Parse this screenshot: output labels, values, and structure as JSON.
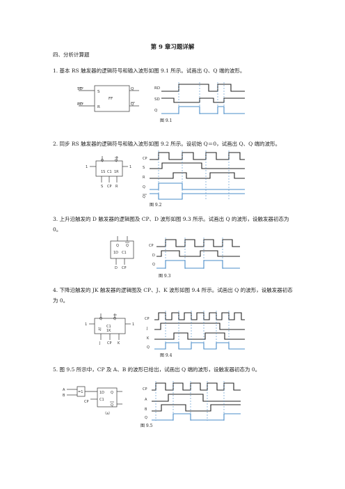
{
  "title": "第 9 章习题详解",
  "section": "四、分析计算题",
  "questions": [
    {
      "text": "1. 基本 RS 触发器的逻辑符号和输入波形如图 9.1 所示。试画出 Q、Q 端的波形。",
      "figure": "图 9.1"
    },
    {
      "text": "2. 同步 RS 触发器的逻辑符号和输入波形如图 9.2 所示。设初始 Q＝0，试画出 Q、Q 端的波形。",
      "figure": "图 9.2"
    },
    {
      "text": "3. 上升沿触发的 D 触发器的逻辑图及 CP、D 波形如图 9.3 所示。试画出 Q 的波形，设触发器初态为 0。",
      "figure": "图 9.3"
    },
    {
      "text": "4. 下降沿触发的 JK 触发器的逻辑图及 CP、J、K 波形如图 9.4 所示。试画出 Q 的波形，设触发器初态为 0。",
      "figure": "图 9.4"
    },
    {
      "text": "5. 图 9.5 所示中，CP 及 A、B 的波形已给出，试画出 Q 端的波形，设触发器初态为 0。",
      "figure": "图 9.5"
    }
  ],
  "figures": {
    "f1": {
      "inputs": [
        "SD",
        "RD"
      ],
      "box": [
        "S",
        "FF",
        "R"
      ],
      "outputs": [
        "Q",
        "Q"
      ],
      "signals": [
        "RD",
        "SD",
        "Q"
      ]
    },
    "f2": {
      "top": [
        "Q",
        "Q"
      ],
      "mid": [
        "1S",
        "C1",
        "1R"
      ],
      "pins": [
        "1",
        "1"
      ],
      "bottom": [
        "S",
        "CP",
        "R"
      ],
      "signals": [
        "CP",
        "S",
        "R",
        "Q",
        "Q"
      ]
    },
    "f3": {
      "top": [
        "Q",
        "Q"
      ],
      "mid": [
        "1D",
        "C1"
      ],
      "bottom": [
        "D",
        "CP"
      ],
      "signals": [
        "CP",
        "D",
        "Q"
      ]
    },
    "f4": {
      "top": [
        "Q",
        "Q"
      ],
      "mid": [
        "1J",
        "C1",
        "1K"
      ],
      "pins": [
        "1",
        "1"
      ],
      "bottom": [
        "J",
        "CP",
        "K"
      ],
      "signals": [
        "CP",
        "J",
        "K",
        "Q"
      ]
    },
    "f5": {
      "gate": "=1",
      "in": [
        "A",
        "B"
      ],
      "ff": [
        "1D",
        "C1",
        "Q",
        "Q"
      ],
      "cp": "CP",
      "sub": "（a）",
      "signals": [
        "CP",
        "A",
        "B",
        "Q"
      ]
    }
  }
}
